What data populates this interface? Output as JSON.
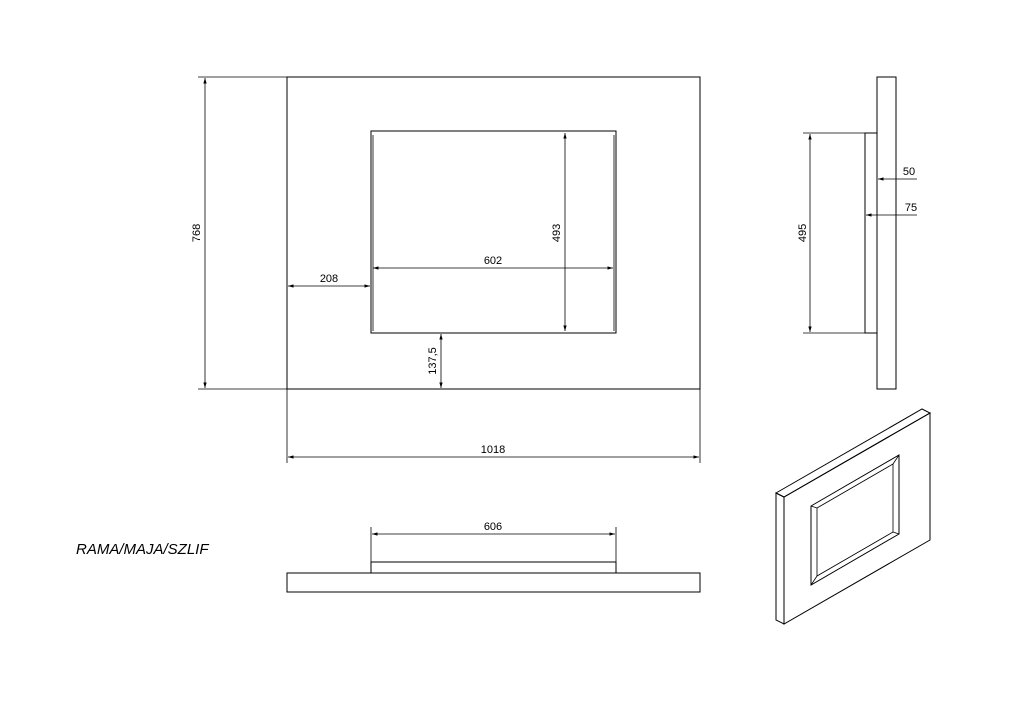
{
  "drawing": {
    "title": "RAMA/MAJA/SZLIF",
    "front_view": {
      "outer_height": "768",
      "outer_width": "1018",
      "opening_width": "602",
      "opening_height": "493",
      "left_margin": "208",
      "bottom_margin": "137,5"
    },
    "side_view": {
      "height": "495",
      "depth_inner": "50",
      "depth_outer": "75"
    },
    "top_view": {
      "width": "606"
    }
  }
}
